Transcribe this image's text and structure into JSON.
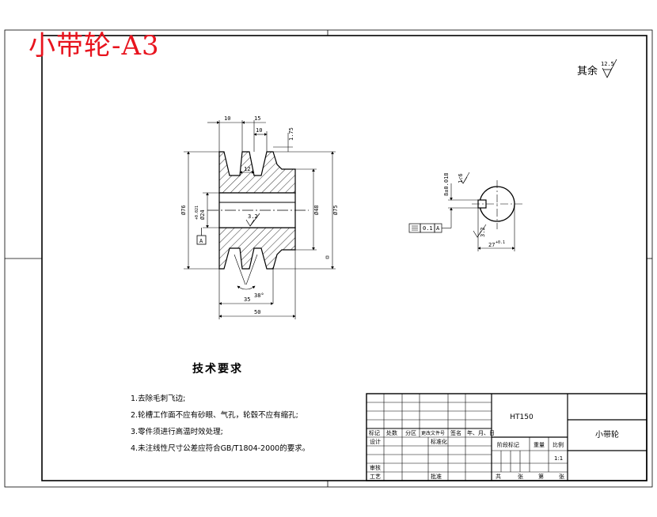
{
  "title": "小带轮-A3",
  "roughness_note": {
    "label": "其余",
    "value": "12.5"
  },
  "tech_req": {
    "heading": "技术要求",
    "items": [
      "1.去除毛刺飞边;",
      "2.轮槽工作面不应有砂眼、气孔，轮毂不应有缩孔;",
      "3.零件须进行高温时效处理;",
      "4.未注线性尺寸公差应符合GB/T1804-2000的要求。"
    ]
  },
  "dims": {
    "d10a": "10",
    "d15": "15",
    "d10b": "10",
    "d175": "1.75",
    "d12": "12",
    "dia76": "Ø76",
    "dia24": "Ø24",
    "tol24": "+0.021",
    "dia48": "Ø48",
    "dia75": "Ø75",
    "r32": "3.2",
    "angle": "38°",
    "d35": "35",
    "d50": "50",
    "datum": "A",
    "key": "8±0.018",
    "r16": "1.6",
    "tol01": "0.1",
    "r32b": "3.2",
    "d27": "27",
    "tol27": "+0.1"
  },
  "title_block": {
    "material": "HT150",
    "part_name": "小带轮",
    "row_labels": [
      "标记",
      "处数",
      "分区",
      "更改文件号",
      "签名",
      "年、月、日"
    ],
    "design": "设计",
    "standardize": "标准化",
    "stage_mark": "阶段标记",
    "weight": "重量",
    "scale_label": "比例",
    "scale": "1:1",
    "review": "审核",
    "process": "工艺",
    "approve": "批准",
    "sheets": [
      "共",
      "张",
      "第",
      "张"
    ]
  }
}
